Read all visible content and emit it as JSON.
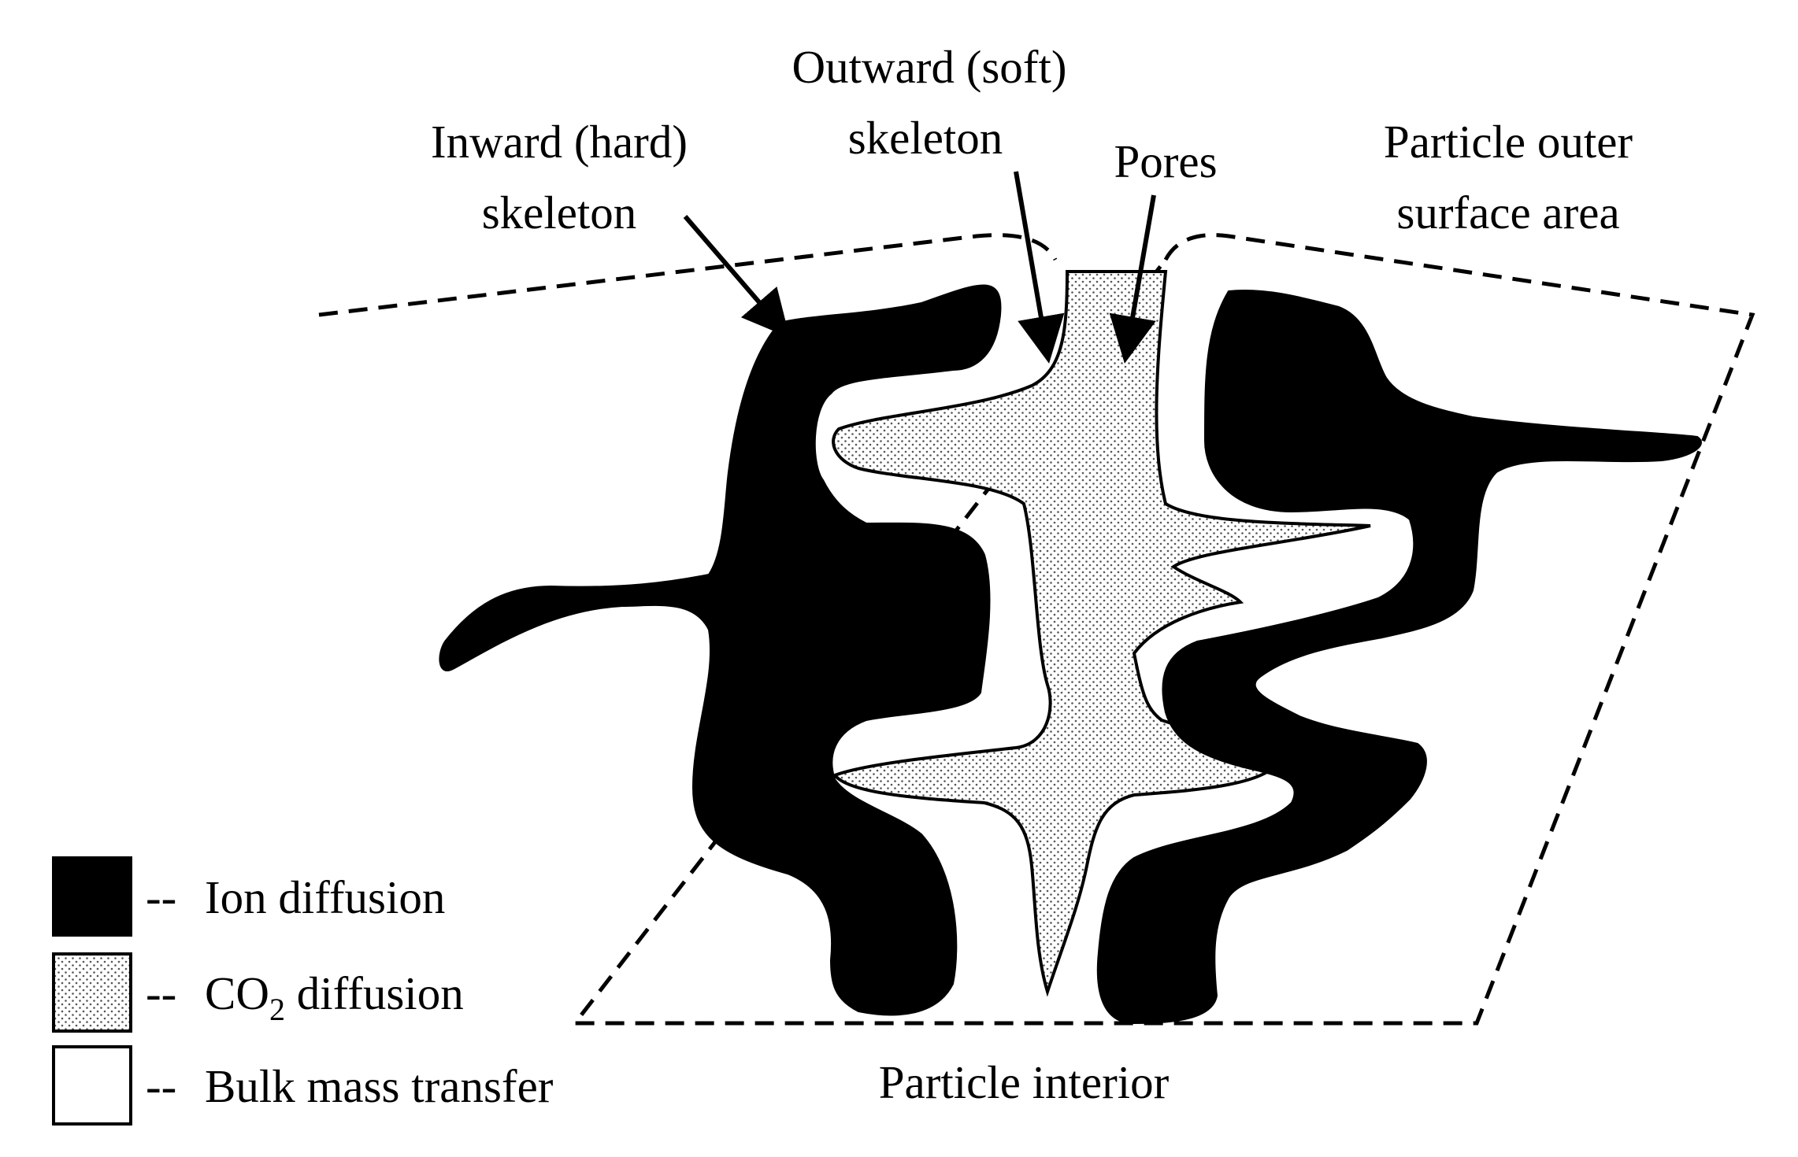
{
  "colors": {
    "ink": "#000000",
    "paper": "#ffffff",
    "stipple": "#ffffff"
  },
  "labels": {
    "outward_skeleton_line1": "Outward (soft)",
    "outward_skeleton_line2": "skeleton",
    "inward_skeleton_line1": "Inward (hard)",
    "inward_skeleton_line2": "skeleton",
    "pores": "Pores",
    "outer_surface_line1": "Particle outer",
    "outer_surface_line2": "surface area",
    "particle_interior": "Particle interior"
  },
  "legend": {
    "items": [
      {
        "swatch": "solid-black",
        "prefix": "-- ",
        "text": "Ion diffusion"
      },
      {
        "swatch": "dotted",
        "prefix": "-- ",
        "text_main": "CO",
        "text_sub": "2",
        "text_tail": " diffusion"
      },
      {
        "swatch": "white",
        "prefix": "-- ",
        "text": "Bulk mass transfer"
      }
    ]
  }
}
